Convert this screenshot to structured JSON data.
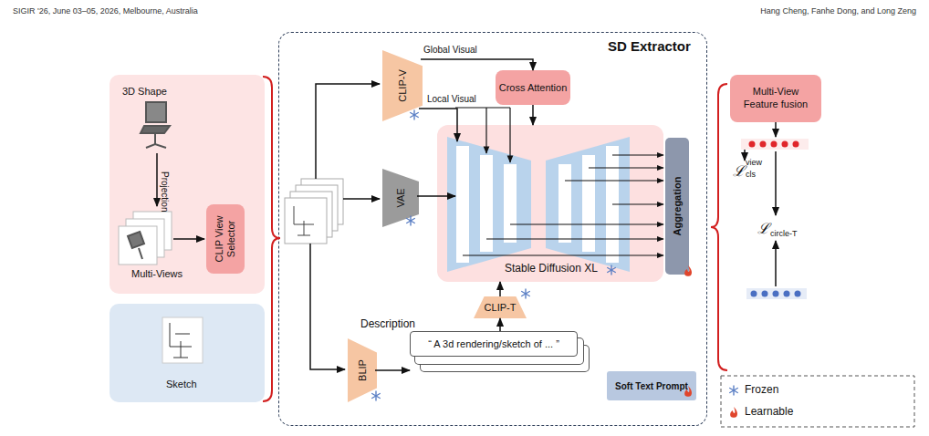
{
  "diagram": {
    "nodes": [
      {
        "text": [
          "3D Shape",
          "Multi-Views"
        ]
      },
      {
        "text": [
          "CLIP View Selector"
        ],
        "in": 0
      },
      {
        "text": [
          "Sketch"
        ]
      },
      {
        "text": [
          "SD Extractor"
        ]
      },
      {
        "text": [
          "CLIP-V"
        ],
        "in": 3
      },
      {
        "text": [
          "Cross Attention"
        ],
        "in": 3
      },
      {
        "text": [
          "VAE"
        ],
        "in": 3
      },
      {
        "text": [
          "Stable Diffusion XL"
        ],
        "in": 3
      },
      {
        "text": [
          "Aggregation"
        ],
        "in": 3
      },
      {
        "text": [
          "BLIP"
        ],
        "in": 3
      },
      {
        "text": [
          "CLIP-T"
        ],
        "in": 3
      },
      {
        "text": [
          "“ A 3d rendering/sketch of ... ”"
        ],
        "in": 3
      },
      {
        "text": [
          "Soft Text Prompt"
        ],
        "in": 3
      },
      {
        "text": [
          "Multi-View Feature fusion"
        ]
      }
    ],
    "edges": [
      {
        "from": 4,
        "to": 5,
        "arrow": "to",
        "label": "Global Visual"
      },
      {
        "from": 5,
        "to": 7,
        "arrow": "to"
      },
      {
        "from": 4,
        "to": 7,
        "arrow": "to",
        "label": "Local Visual"
      },
      {
        "from": 6,
        "to": 7,
        "arrow": "to"
      },
      {
        "from": 9,
        "to": 11,
        "arrow": "to"
      },
      {
        "from": 11,
        "to": 10,
        "arrow": "to"
      },
      {
        "from": 10,
        "to": 7,
        "arrow": "to"
      }
    ],
    "labels": [
      "SIGIR '26, June 03–05, 2026, Melbourne, Australia",
      "Hang Cheng, Fanhe Dong, and Long Zeng",
      "Projection",
      "Description",
      "ℒ",
      "view",
      "cls",
      "ℒ",
      "circle-T"
    ],
    "legend": [
      {
        "text": "Frozen"
      },
      {
        "text": "Learnable"
      }
    ]
  }
}
